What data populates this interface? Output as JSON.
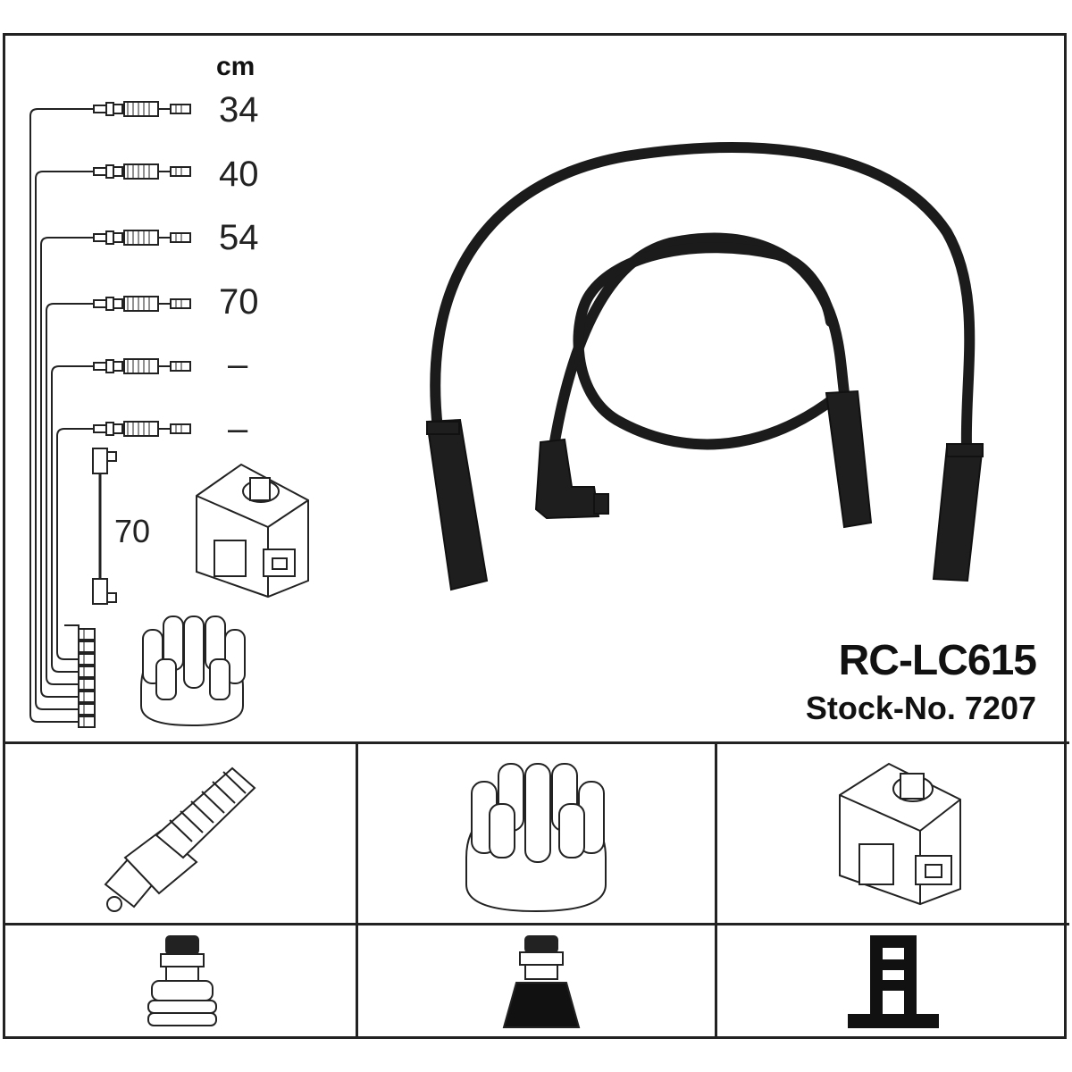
{
  "unit": "cm",
  "lengths": [
    "34",
    "40",
    "54",
    "70",
    "–",
    "–"
  ],
  "coil_lead_length": "70",
  "product": {
    "code": "RC-LC615",
    "stock": "Stock-No. 7207"
  },
  "components_row": [
    "spark-plug",
    "distributor-cap",
    "ignition-coil"
  ],
  "terminals_row": [
    "plug-terminal",
    "cap-terminal",
    "coil-terminal"
  ]
}
